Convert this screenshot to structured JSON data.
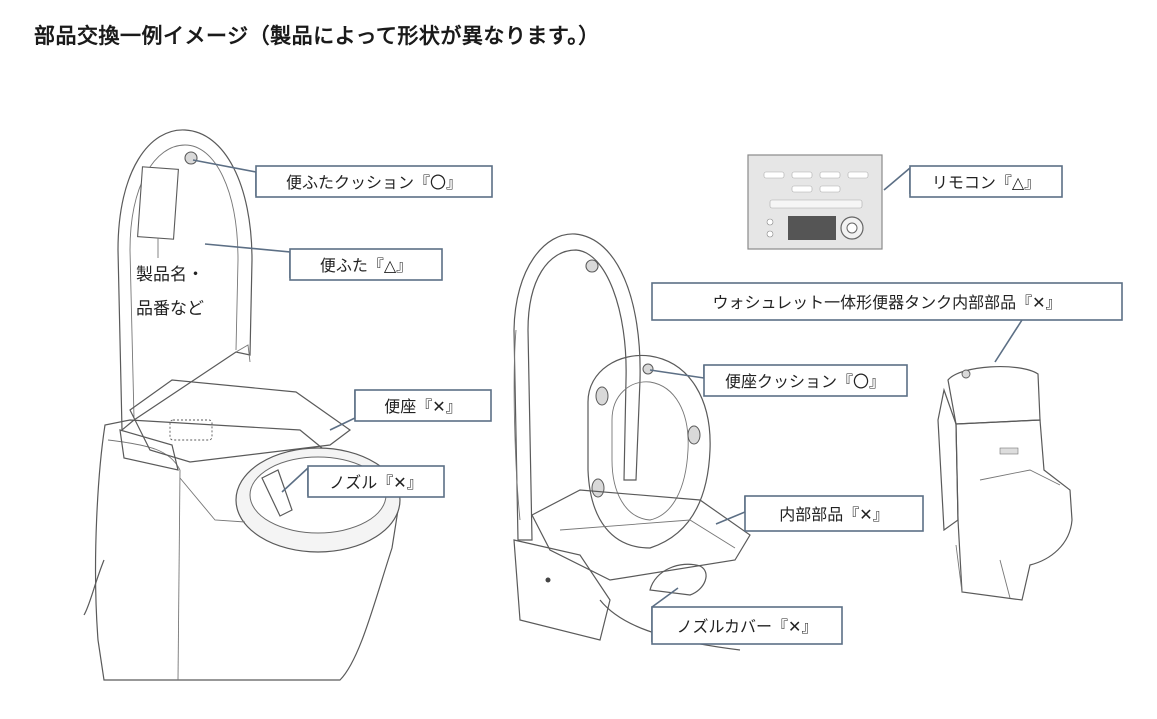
{
  "title": "部品交換一例イメージ（製品によって形状が異なります。）",
  "colors": {
    "callout_border": "#5c6f85",
    "drawing_line": "#5a5a5a",
    "fill_light": "#f2f2f2",
    "fill_mid": "#e4e4e4",
    "remote_body": "#e6e6e6",
    "remote_screen": "#555555"
  },
  "left_toilet": {
    "lid_label_lines": [
      "製品名・",
      "品番など"
    ],
    "callouts": {
      "lid_cushion": "便ふたクッション『〇』",
      "lid": "便ふた『△』",
      "seat": "便座『✕』",
      "nozzle": "ノズル『✕』"
    }
  },
  "center_toilet": {
    "callouts": {
      "seat_cushion": "便座クッション『〇』",
      "internal_parts": "内部部品『✕』",
      "nozzle_cover": "ノズルカバー『✕』"
    }
  },
  "right_items": {
    "callouts": {
      "remote": "リモコン『△』",
      "tank_parts": "ウォシュレット一体形便器タンク内部部品『✕』"
    }
  }
}
